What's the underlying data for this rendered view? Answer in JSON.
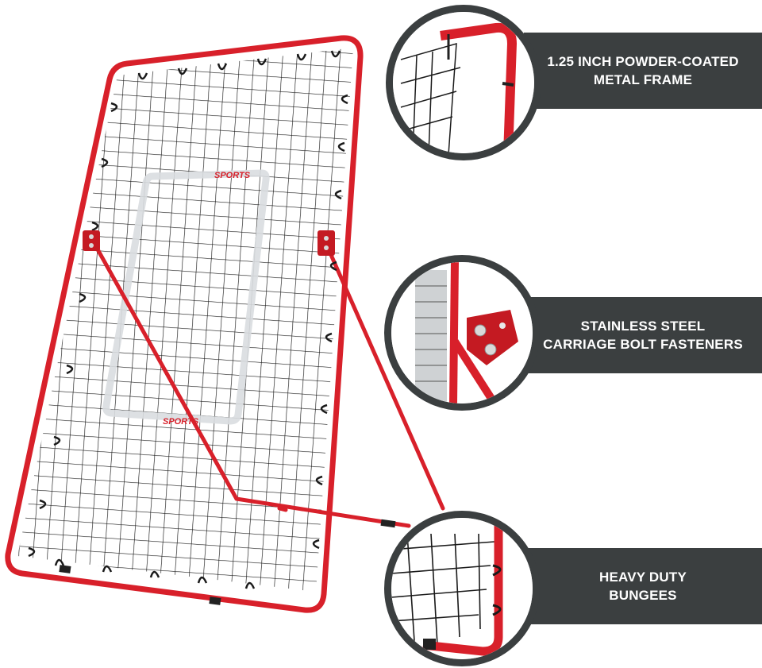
{
  "product": {
    "brand_mark_top": "SPORTS",
    "brand_mark_bottom": "SPORTS",
    "frame_color": "#d8202a",
    "net_color": "#1a1a1a"
  },
  "callouts": [
    {
      "lines": [
        "1.25 INCH POWDER-COATED",
        "METAL FRAME"
      ],
      "detail": "frame-corner"
    },
    {
      "lines": [
        "STAINLESS STEEL",
        "CARRIAGE BOLT FASTENERS"
      ],
      "detail": "bolt-bracket"
    },
    {
      "lines": [
        "HEAVY DUTY",
        "BUNGEES"
      ],
      "detail": "bungee-corner"
    }
  ],
  "colors": {
    "banner": "#3b3f40",
    "banner_text": "#ffffff",
    "ring": "#3b3f40"
  }
}
